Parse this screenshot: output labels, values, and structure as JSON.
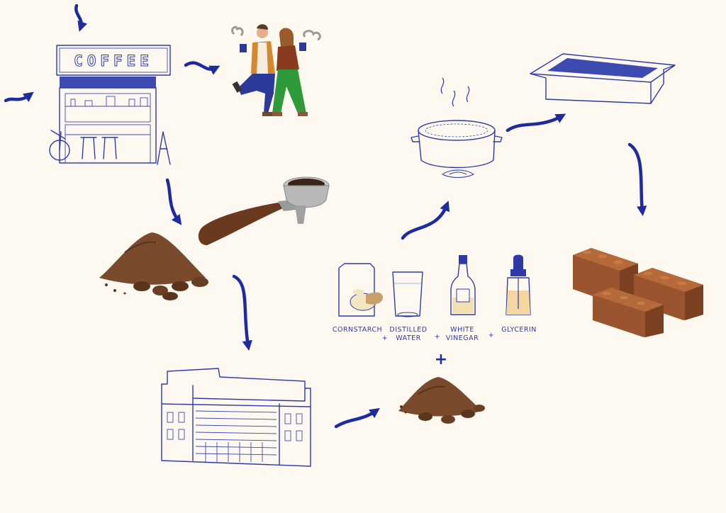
{
  "coffee_shop": {
    "sign": "COFFEE"
  },
  "ingredients": [
    {
      "label": "CORNSTARCH"
    },
    {
      "label": "DISTILLED",
      "label2": "WATER"
    },
    {
      "label": "WHITE",
      "label2": "VINEGAR"
    },
    {
      "label": "GLYCERIN"
    }
  ],
  "symbols": {
    "plus": "+"
  },
  "colors": {
    "ink": "#2f3aa8",
    "arrow": "#1d2b9f",
    "coffee": "#7a4a2c",
    "brick": "#9a5530",
    "background": "#fdf9f1"
  }
}
